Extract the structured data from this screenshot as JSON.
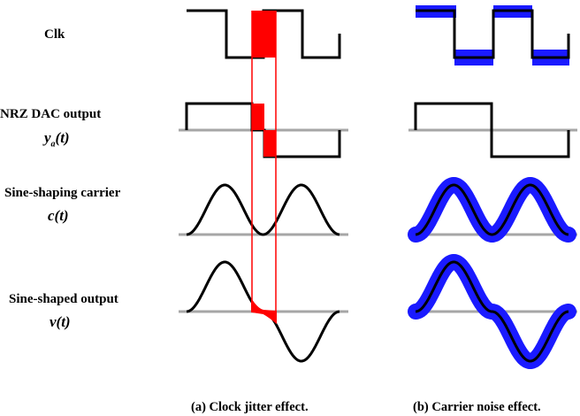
{
  "labels": {
    "clk": "Clk",
    "nrz": "NRZ DAC output",
    "nrz_sym": "y",
    "nrz_sub": "a",
    "nrz_arg": "(t)",
    "carrier": "Sine-shaping carrier",
    "carrier_sym": "c(t)",
    "output": "Sine-shaped output",
    "output_sym": "v(t)"
  },
  "captions": {
    "a": "(a) Clock jitter effect.",
    "b": "(b) Carrier noise effect."
  },
  "colors": {
    "signal": "#000000",
    "baseline": "#a6a6a6",
    "jitter": "#ff0000",
    "noise": "#1a1aff"
  }
}
